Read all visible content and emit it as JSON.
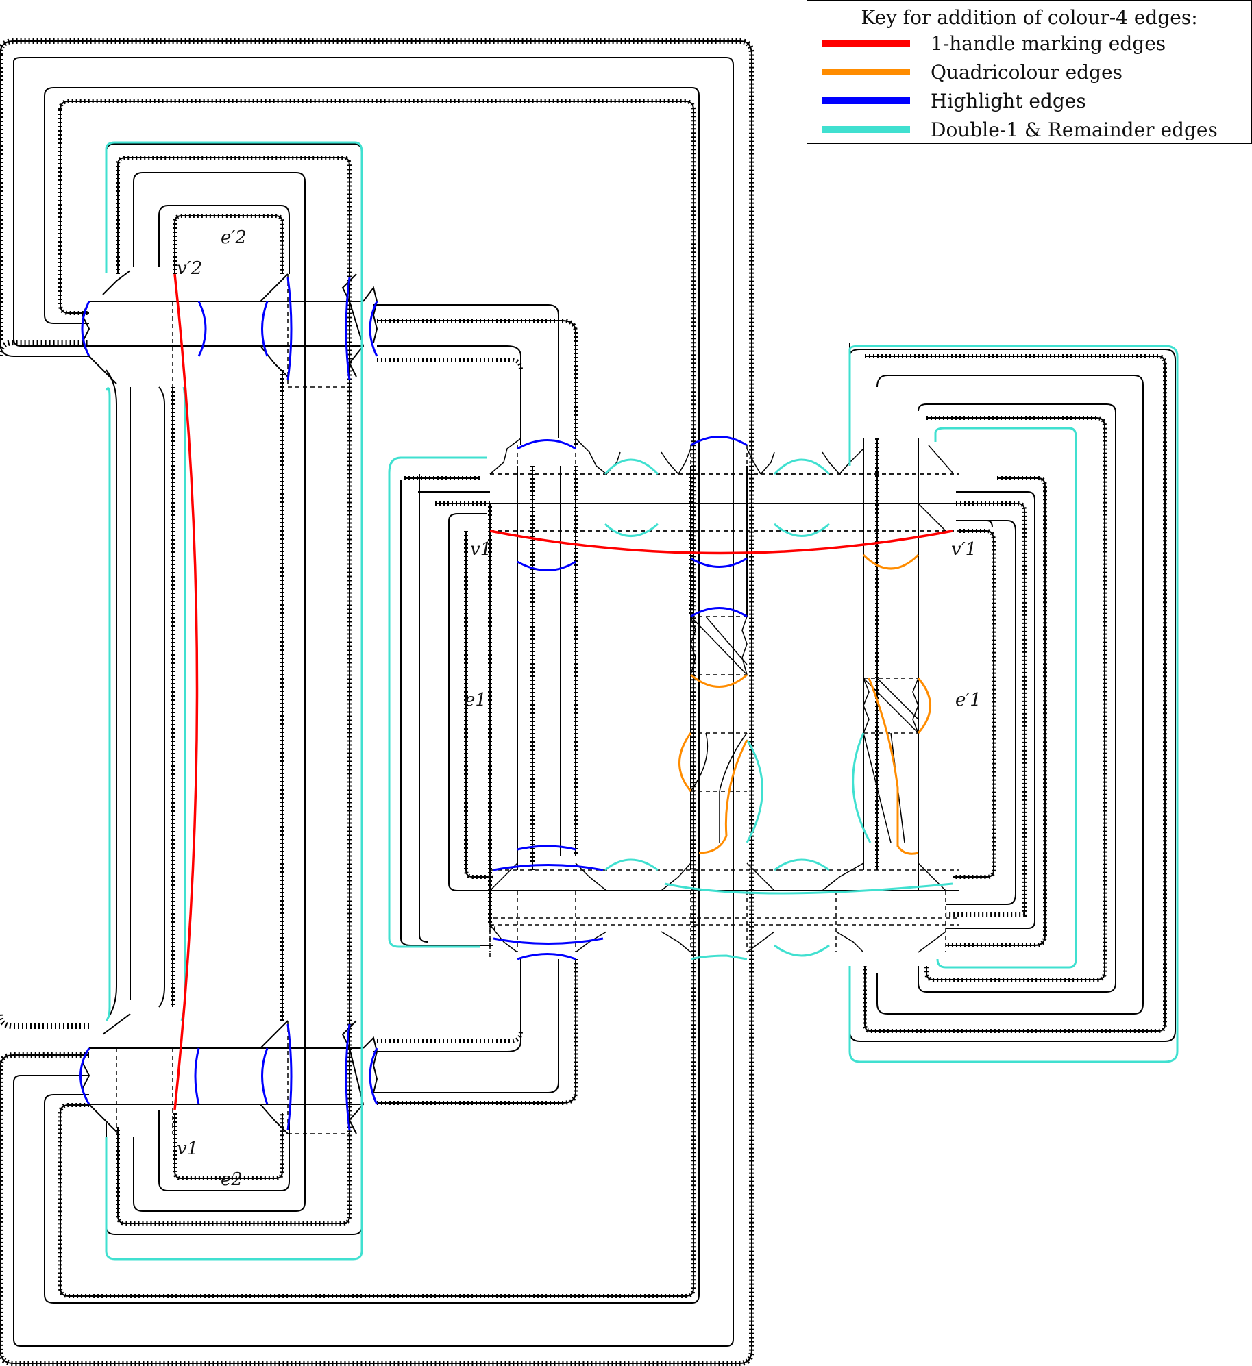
{
  "legend": {
    "title": "Key for addition of colour-4 edges:",
    "items": [
      {
        "label": "1-handle marking edges",
        "color": "#ff0000"
      },
      {
        "label": "Quadricolour edges",
        "color": "#ff8c00"
      },
      {
        "label": "Highlight edges",
        "color": "#0000ff"
      },
      {
        "label": "Double-1 & Remainder edges",
        "color": "#40e0d0"
      }
    ]
  },
  "labels": {
    "v2_prime": "v′2",
    "e2_prime": "e′2",
    "v1_left": "v1",
    "v1_bottom": "v1",
    "v1_prime": "v′1",
    "e1": "e1",
    "e1_prime": "e′1",
    "e2": "e2"
  },
  "colors": {
    "black": "#000000",
    "red": "#ff0000",
    "orange": "#ff8c00",
    "blue": "#0000ff",
    "turquoise": "#40e0d0"
  }
}
